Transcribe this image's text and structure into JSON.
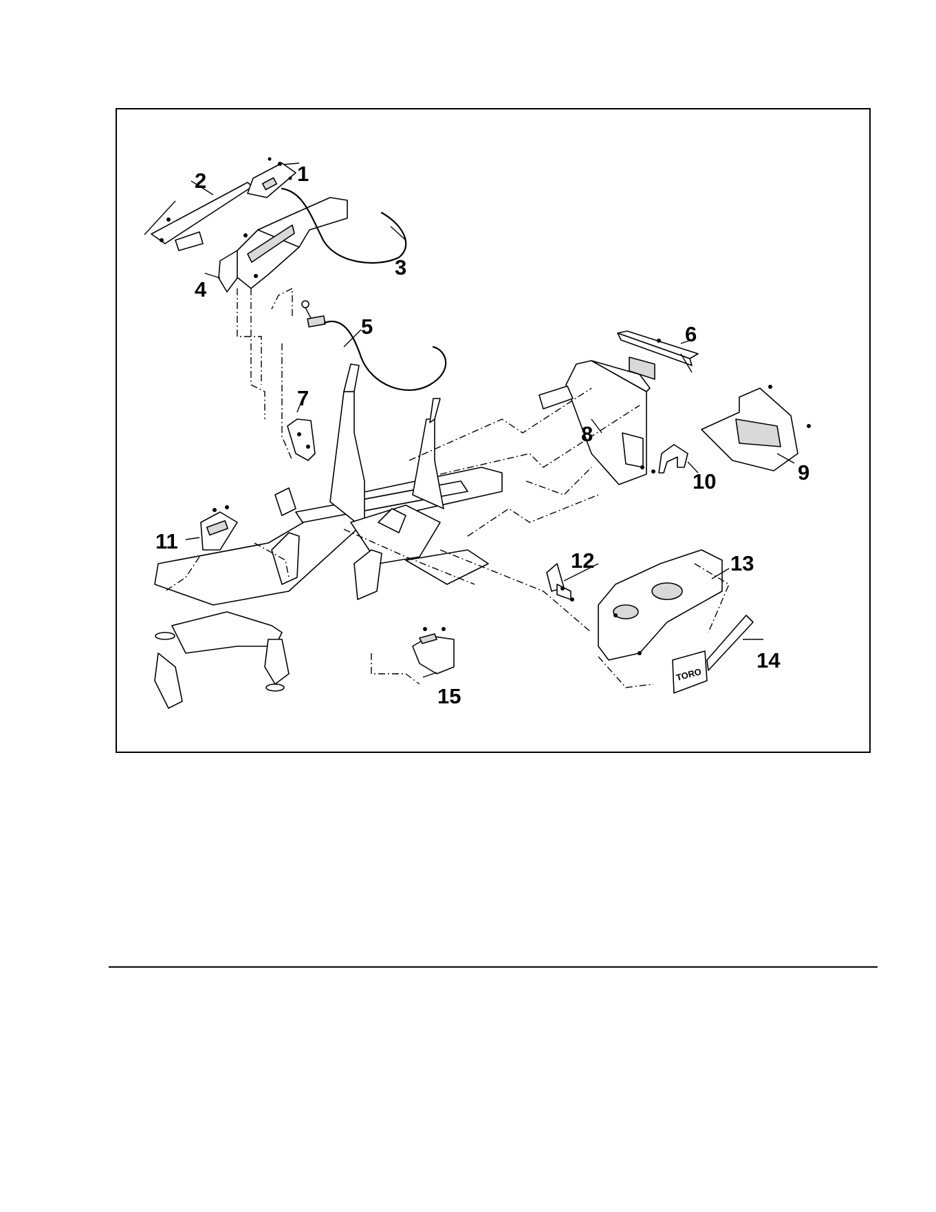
{
  "diagram": {
    "callouts": [
      {
        "id": "1",
        "label": "1"
      },
      {
        "id": "2",
        "label": "2"
      },
      {
        "id": "3",
        "label": "3"
      },
      {
        "id": "4",
        "label": "4"
      },
      {
        "id": "5",
        "label": "5"
      },
      {
        "id": "6",
        "label": "6"
      },
      {
        "id": "7",
        "label": "7"
      },
      {
        "id": "8",
        "label": "8"
      },
      {
        "id": "9",
        "label": "9"
      },
      {
        "id": "10",
        "label": "10"
      },
      {
        "id": "11",
        "label": "11"
      },
      {
        "id": "12",
        "label": "12"
      },
      {
        "id": "13",
        "label": "13"
      },
      {
        "id": "14",
        "label": "14"
      },
      {
        "id": "15",
        "label": "15"
      }
    ],
    "decal_text": "TORO",
    "colors": {
      "ink": "#000000",
      "paper": "#ffffff",
      "shade": "#d9d9d9"
    }
  }
}
